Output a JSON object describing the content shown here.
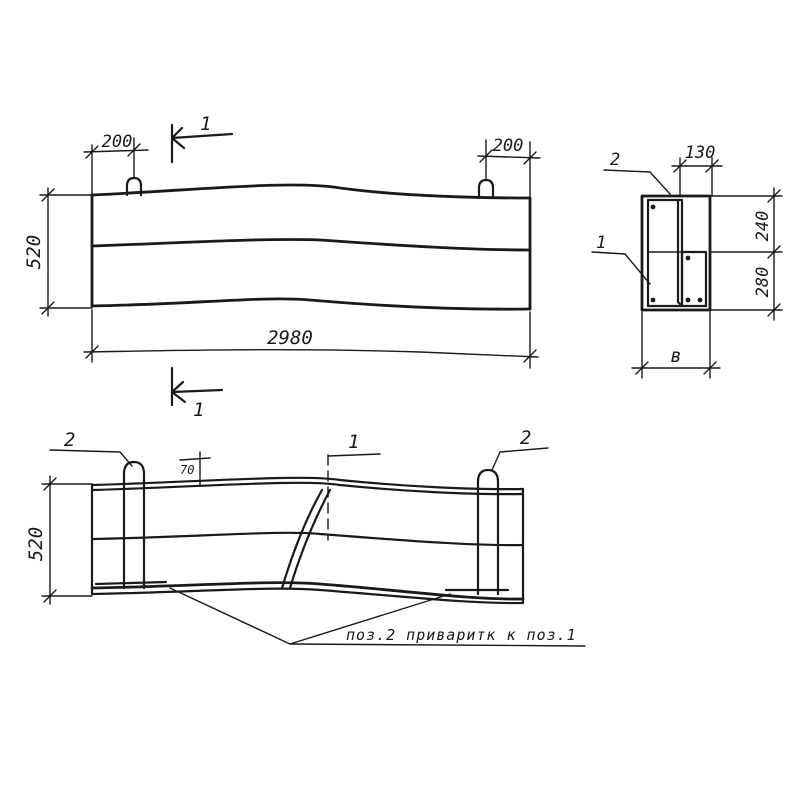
{
  "elevation": {
    "overall_length": "2980",
    "height": "520",
    "loop_offset_left": "200",
    "loop_offset_right": "200",
    "section_marker": "1"
  },
  "section_1_1": {
    "top_part": "130",
    "upper_height": "240",
    "lower_height": "280",
    "width": "в",
    "pos_label_top": "2",
    "pos_label_side": "1"
  },
  "reinforcement": {
    "height": "520",
    "cover": "70",
    "pos_left": "2",
    "pos_right": "2",
    "pos_center": "1",
    "note": "поз.2 приваритк к поз.1"
  }
}
